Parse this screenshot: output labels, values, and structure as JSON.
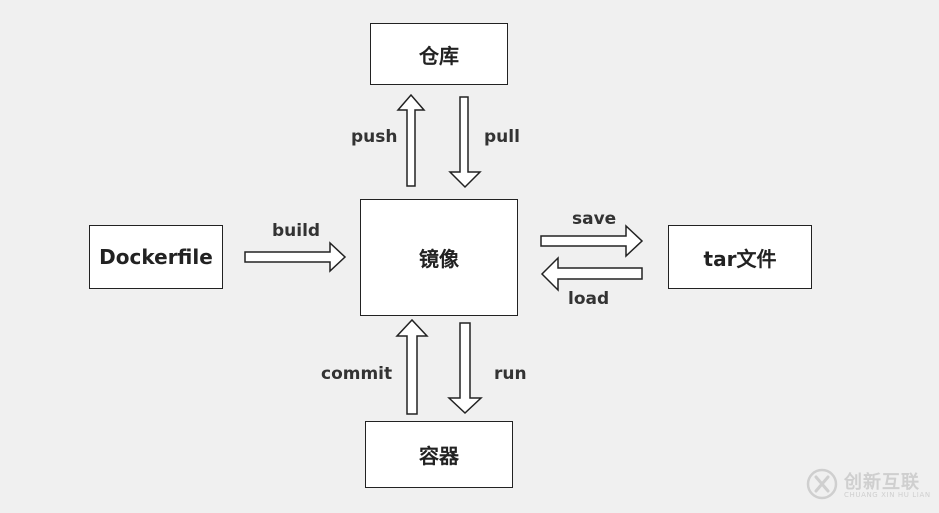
{
  "nodes": {
    "repository": "仓库",
    "image": "镜像",
    "dockerfile": "Dockerfile",
    "tar_file": "tar文件",
    "container": "容器"
  },
  "edges": {
    "push": "push",
    "pull": "pull",
    "build": "build",
    "save": "save",
    "load": "load",
    "commit": "commit",
    "run": "run"
  },
  "watermark": {
    "main": "创新互联",
    "sub": "CHUANG XIN HU LIAN"
  }
}
